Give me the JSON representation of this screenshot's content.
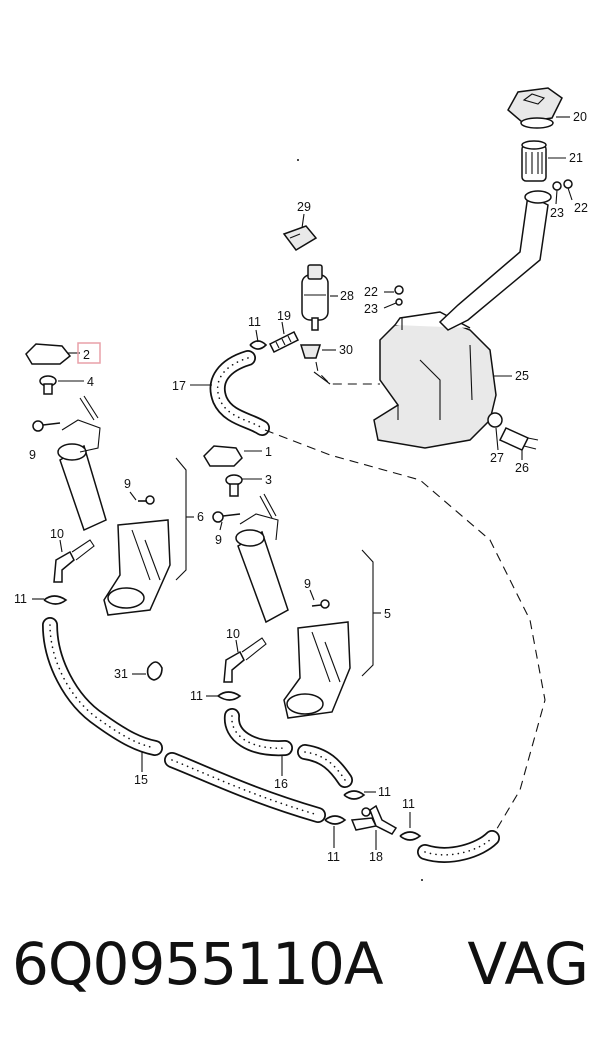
{
  "diagram": {
    "highlight_color": "#e8a0a8",
    "callouts": [
      {
        "id": "c2",
        "label": "2"
      },
      {
        "id": "c4",
        "label": "4"
      },
      {
        "id": "c9a",
        "label": "9"
      },
      {
        "id": "c17",
        "label": "17"
      },
      {
        "id": "c11a",
        "label": "11"
      },
      {
        "id": "c19",
        "label": "19"
      },
      {
        "id": "c30",
        "label": "30"
      },
      {
        "id": "c29",
        "label": "29"
      },
      {
        "id": "c28",
        "label": "28"
      },
      {
        "id": "c22a",
        "label": "22"
      },
      {
        "id": "c23a",
        "label": "23"
      },
      {
        "id": "c20",
        "label": "20"
      },
      {
        "id": "c21",
        "label": "21"
      },
      {
        "id": "c22b",
        "label": "22"
      },
      {
        "id": "c23b",
        "label": "23"
      },
      {
        "id": "c25",
        "label": "25"
      },
      {
        "id": "c27",
        "label": "27"
      },
      {
        "id": "c26",
        "label": "26"
      },
      {
        "id": "c1",
        "label": "1"
      },
      {
        "id": "c3",
        "label": "3"
      },
      {
        "id": "c9b",
        "label": "9"
      },
      {
        "id": "c9c",
        "label": "9"
      },
      {
        "id": "c6",
        "label": "6"
      },
      {
        "id": "c10a",
        "label": "10"
      },
      {
        "id": "c11b",
        "label": "11"
      },
      {
        "id": "c9d",
        "label": "9"
      },
      {
        "id": "c5",
        "label": "5"
      },
      {
        "id": "c10b",
        "label": "10"
      },
      {
        "id": "c31",
        "label": "31"
      },
      {
        "id": "c11c",
        "label": "11"
      },
      {
        "id": "c15",
        "label": "15"
      },
      {
        "id": "c16",
        "label": "16"
      },
      {
        "id": "c11d",
        "label": "11"
      },
      {
        "id": "c11e",
        "label": "11"
      },
      {
        "id": "c11f",
        "label": "11"
      },
      {
        "id": "c18",
        "label": "18"
      }
    ]
  },
  "footer": {
    "part_number": "6Q0955110A",
    "brand": "VAG"
  }
}
